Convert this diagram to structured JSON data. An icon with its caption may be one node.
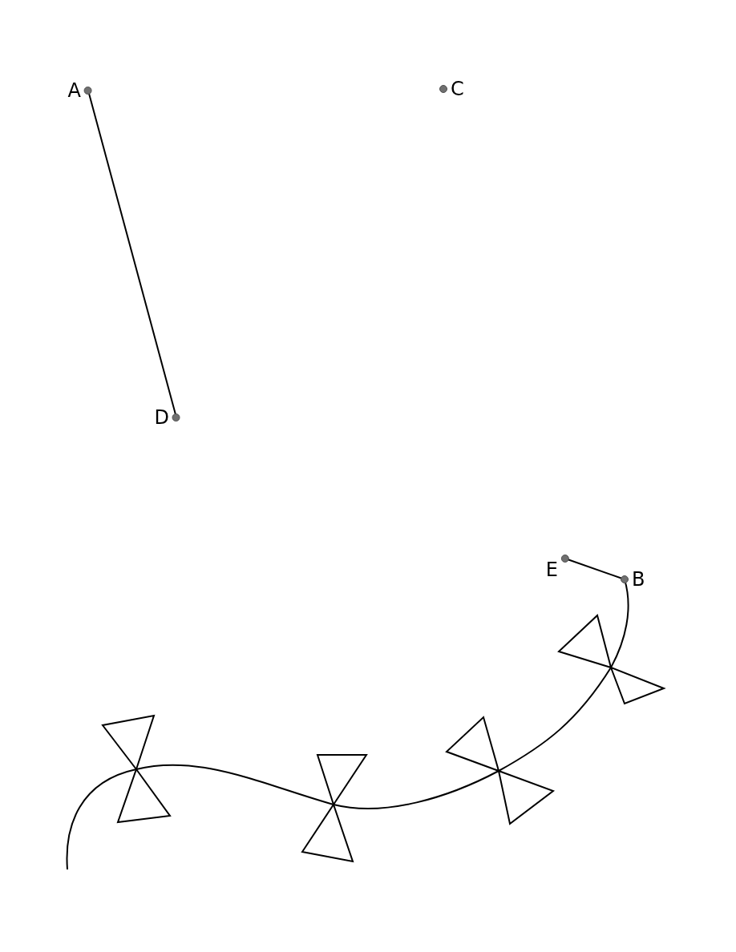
{
  "diagram": {
    "nodes": [
      {
        "text": [
          "A"
        ]
      },
      {
        "text": [
          "C"
        ]
      },
      {
        "text": [
          "D"
        ]
      },
      {
        "text": [
          "E"
        ]
      },
      {
        "text": [
          "B"
        ]
      }
    ],
    "edges": [
      {
        "from": 0,
        "to": 2,
        "arrow": "none"
      },
      {
        "from": 3,
        "to": 4,
        "arrow": "none"
      },
      {
        "from": 4,
        "to": null,
        "arrow": "none"
      }
    ]
  }
}
